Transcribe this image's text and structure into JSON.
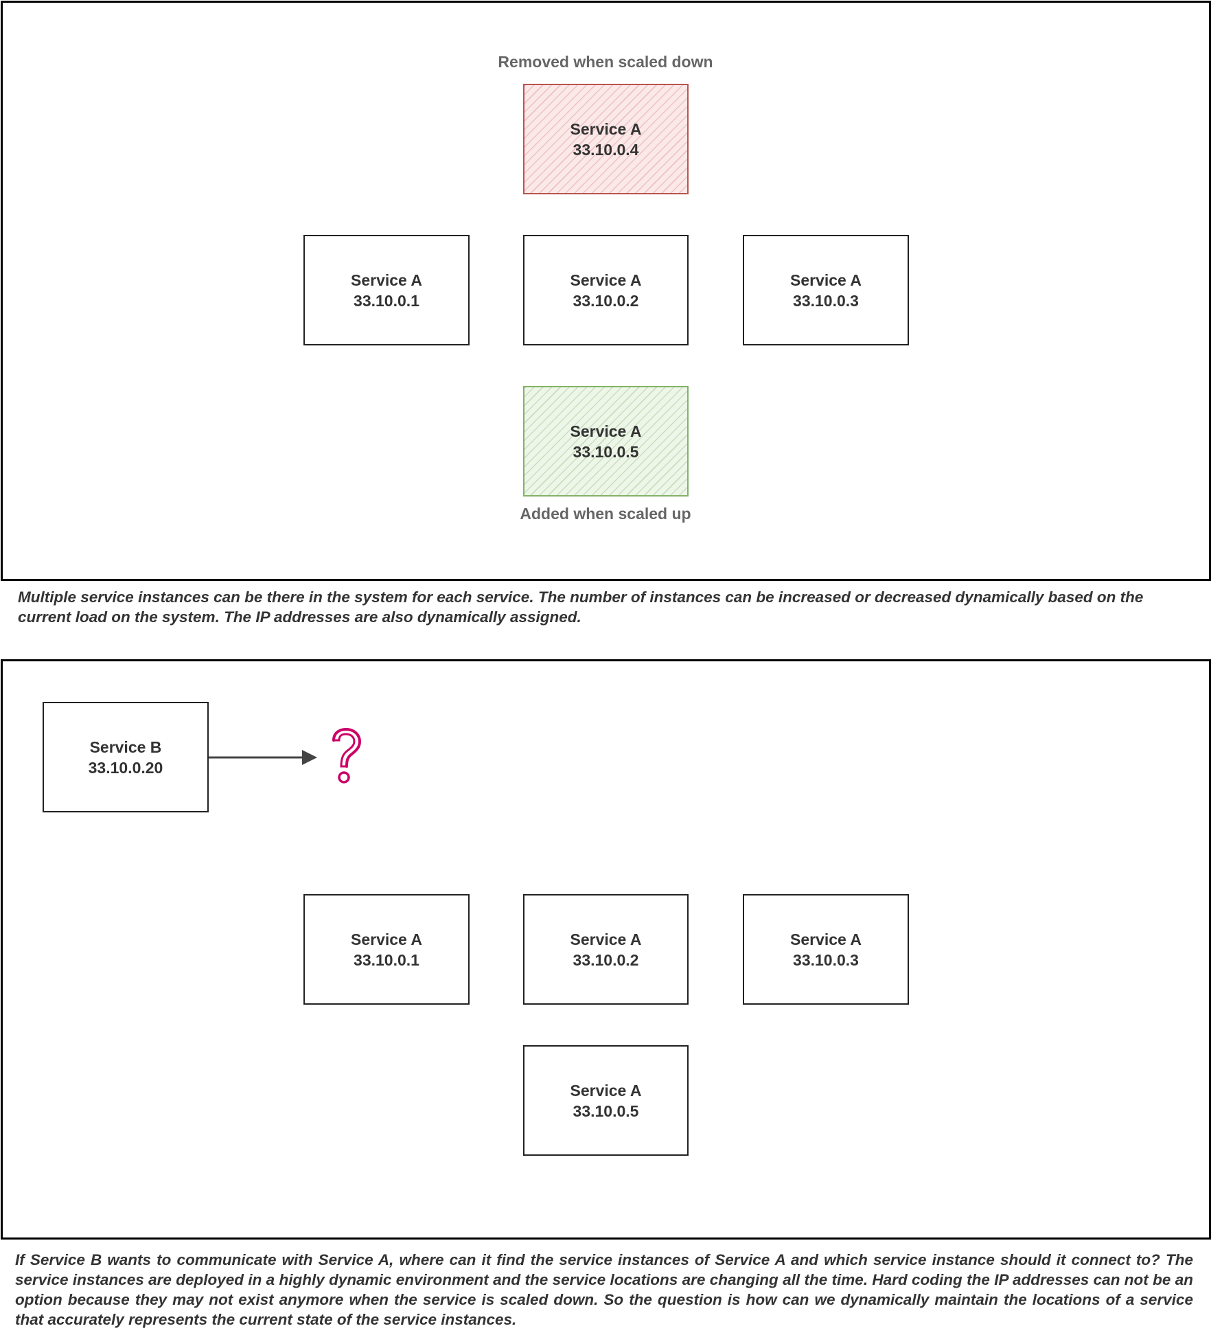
{
  "diagram_top": {
    "removed_label": "Removed when scaled down",
    "added_label": "Added when scaled up",
    "removed_node": {
      "name": "Service A",
      "ip": "33.10.0.4"
    },
    "nodes": [
      {
        "name": "Service A",
        "ip": "33.10.0.1"
      },
      {
        "name": "Service A",
        "ip": "33.10.0.2"
      },
      {
        "name": "Service A",
        "ip": "33.10.0.3"
      }
    ],
    "added_node": {
      "name": "Service A",
      "ip": "33.10.0.5"
    },
    "caption": "Multiple service instances can be there in the system for each service. The number of instances can be increased or decreased dynamically based on the current load on the system. The IP addresses are also dynamically assigned."
  },
  "diagram_bottom": {
    "client_node": {
      "name": "Service B",
      "ip": "33.10.0.20"
    },
    "question_mark": "?",
    "nodes": [
      {
        "name": "Service A",
        "ip": "33.10.0.1"
      },
      {
        "name": "Service A",
        "ip": "33.10.0.2"
      },
      {
        "name": "Service A",
        "ip": "33.10.0.3"
      },
      {
        "name": "Service A",
        "ip": "33.10.0.5"
      }
    ],
    "caption": "If Service B wants to communicate with Service A, where can it find the service instances of Service A and  which service instance should it connect to? The service instances are deployed in a highly dynamic environment and the service locations are changing all the time. Hard coding the IP addresses can not be an option because they may not exist anymore when the service is scaled down. So the question is how can we dynamically maintain the locations of a service that accurately represents the current state of the service instances."
  },
  "colors": {
    "removed_stroke": "#b85450",
    "added_stroke": "#82b366",
    "question_mark": "#cc0066",
    "arrow": "#444444"
  }
}
